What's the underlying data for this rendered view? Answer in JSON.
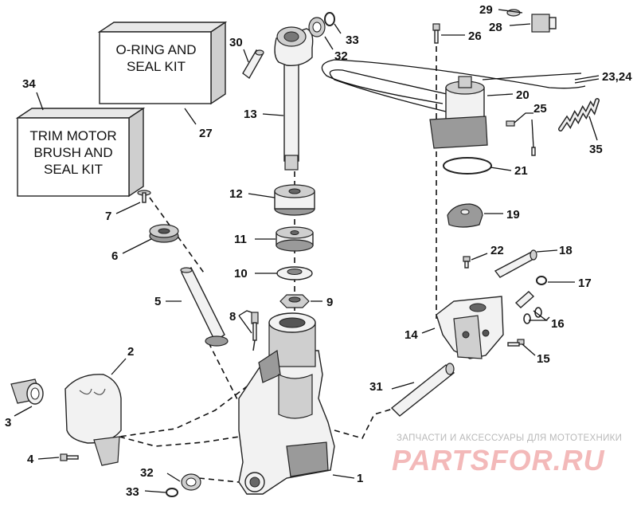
{
  "kits": {
    "oring_seal": [
      "O-RING AND",
      "SEAL KIT"
    ],
    "trim_motor": [
      "TRIM MOTOR",
      "BRUSH AND",
      "SEAL KIT"
    ]
  },
  "labels": {
    "p1": "1",
    "p2": "2",
    "p3": "3",
    "p4": "4",
    "p5": "5",
    "p6": "6",
    "p7": "7",
    "p8": "8",
    "p9": "9",
    "p10": "10",
    "p11": "11",
    "p12": "12",
    "p13": "13",
    "p14": "14",
    "p15": "15",
    "p16": "16",
    "p17": "17",
    "p18": "18",
    "p19": "19",
    "p20": "20",
    "p21": "21",
    "p22": "22",
    "p23_24": "23,24",
    "p25": "25",
    "p26": "26",
    "p27": "27",
    "p28": "28",
    "p29": "29",
    "p30": "30",
    "p31": "31",
    "p32_top": "32",
    "p32_bottom": "32",
    "p33_top": "33",
    "p33_bottom": "33",
    "p34": "34",
    "p35": "35"
  },
  "watermark": {
    "tagline": "ЗАПЧАСТИ И АКСЕССУАРЫ ДЛЯ МОТОТЕХНИКИ",
    "logo": "PARTSFOR.RU"
  }
}
